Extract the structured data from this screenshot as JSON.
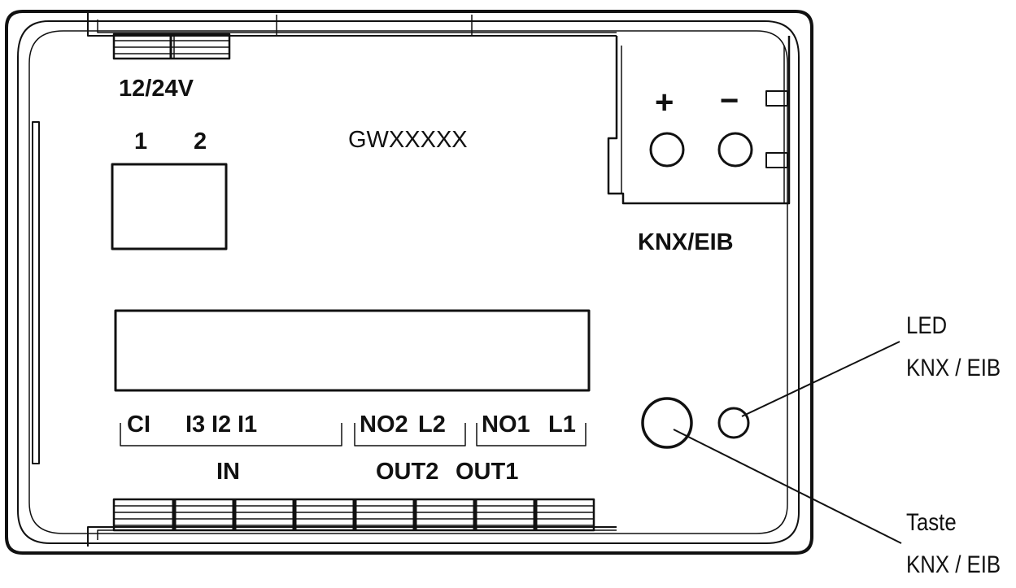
{
  "device": {
    "model": "GWXXXXX",
    "power_label": "12/24V",
    "jumper_labels": [
      "1",
      "2"
    ],
    "bus_label": "KNX/EIB",
    "plus": "+",
    "minus": "−"
  },
  "terminals": {
    "in_labels": [
      "CI",
      "I3",
      "I2",
      "I1"
    ],
    "out2_labels": [
      "NO2",
      "L2"
    ],
    "out1_labels": [
      "NO1",
      "L1"
    ],
    "group_in": "IN",
    "group_out2": "OUT2",
    "group_out1": "OUT1"
  },
  "callouts": {
    "led_line1": "LED",
    "led_line2": "KNX / EIB",
    "button_line1": "Taste",
    "button_line2": "KNX / EIB"
  },
  "colors": {
    "stroke": "#111111",
    "background": "#ffffff"
  }
}
